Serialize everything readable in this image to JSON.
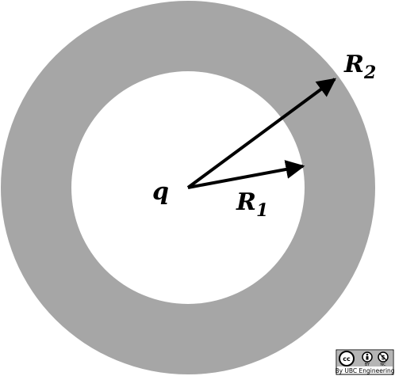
{
  "diagram": {
    "charge_label": "q",
    "outer_radius_label": {
      "main": "R",
      "sub": "2"
    },
    "inner_radius_label": {
      "main": "R",
      "sub": "1"
    },
    "shell_color": "#a6a6a6",
    "background_color": "#ffffff",
    "arrow_color": "#000000"
  },
  "license": {
    "icons": [
      "creative-commons-icon",
      "attribution-icon",
      "noncommercial-icon"
    ],
    "icon_tags": [
      "cc",
      "BY",
      "NC"
    ],
    "credit": "By UBC Engineering"
  }
}
